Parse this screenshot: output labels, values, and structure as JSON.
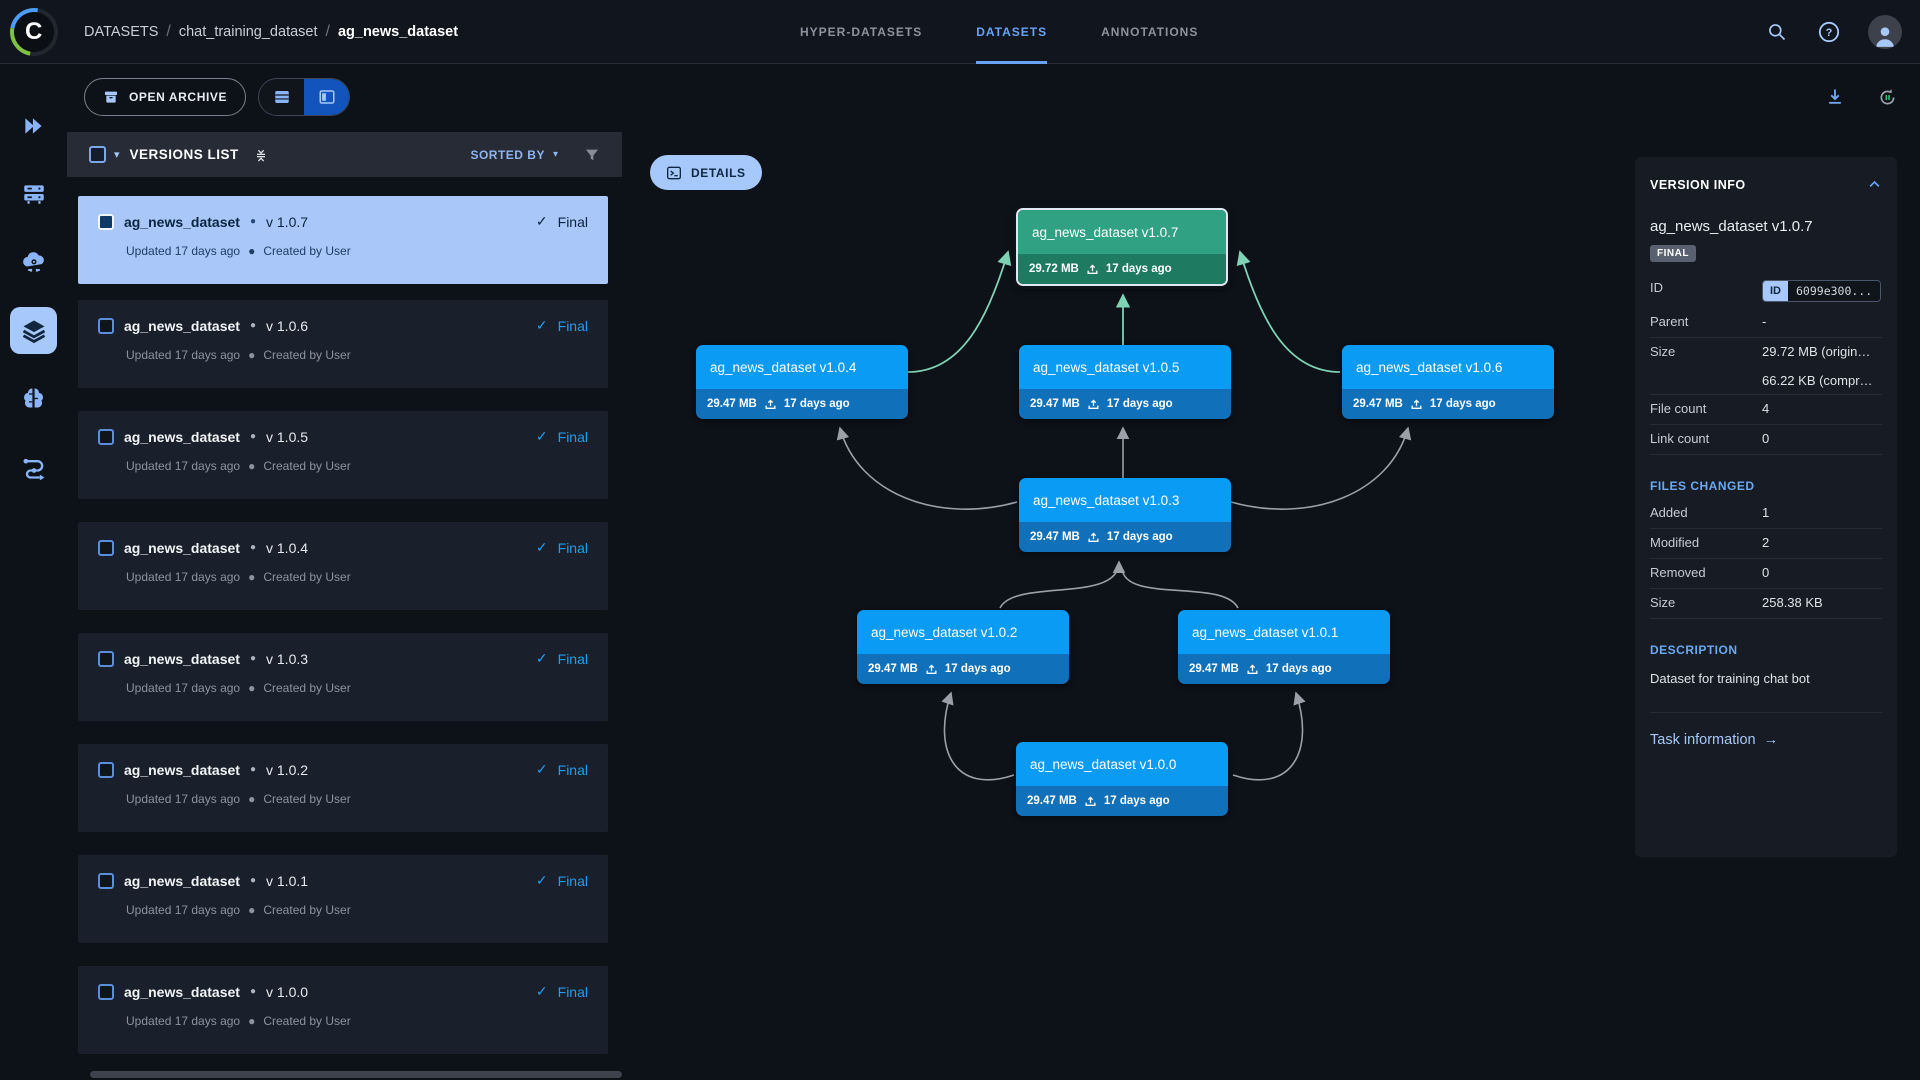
{
  "header": {
    "logo_letter": "C",
    "breadcrumb": {
      "root": "DATASETS",
      "project": "chat_training_dataset",
      "dataset": "ag_news_dataset",
      "separator": "/"
    },
    "tabs": [
      {
        "label": "HYPER-DATASETS",
        "active": false
      },
      {
        "label": "DATASETS",
        "active": true
      },
      {
        "label": "ANNOTATIONS",
        "active": false
      }
    ]
  },
  "toolbar": {
    "open_archive_label": "OPEN ARCHIVE"
  },
  "versions_panel": {
    "title": "VERSIONS LIST",
    "sorted_by_label": "SORTED BY",
    "caret": "▾",
    "items": [
      {
        "name": "ag_news_dataset",
        "bullet": "●",
        "version": "v 1.0.7",
        "check": "✓",
        "status": "Final",
        "updated": "Updated 17 days ago",
        "created": "Created by User",
        "selected": true
      },
      {
        "name": "ag_news_dataset",
        "bullet": "●",
        "version": "v 1.0.6",
        "check": "✓",
        "status": "Final",
        "updated": "Updated 17 days ago",
        "created": "Created by User",
        "selected": false
      },
      {
        "name": "ag_news_dataset",
        "bullet": "●",
        "version": "v 1.0.5",
        "check": "✓",
        "status": "Final",
        "updated": "Updated 17 days ago",
        "created": "Created by User",
        "selected": false
      },
      {
        "name": "ag_news_dataset",
        "bullet": "●",
        "version": "v 1.0.4",
        "check": "✓",
        "status": "Final",
        "updated": "Updated 17 days ago",
        "created": "Created by User",
        "selected": false
      },
      {
        "name": "ag_news_dataset",
        "bullet": "●",
        "version": "v 1.0.3",
        "check": "✓",
        "status": "Final",
        "updated": "Updated 17 days ago",
        "created": "Created by User",
        "selected": false
      },
      {
        "name": "ag_news_dataset",
        "bullet": "●",
        "version": "v 1.0.2",
        "check": "✓",
        "status": "Final",
        "updated": "Updated 17 days ago",
        "created": "Created by User",
        "selected": false
      },
      {
        "name": "ag_news_dataset",
        "bullet": "●",
        "version": "v 1.0.1",
        "check": "✓",
        "status": "Final",
        "updated": "Updated 17 days ago",
        "created": "Created by User",
        "selected": false
      },
      {
        "name": "ag_news_dataset",
        "bullet": "●",
        "version": "v 1.0.0",
        "check": "✓",
        "status": "Final",
        "updated": "Updated 17 days ago",
        "created": "Created by User",
        "selected": false
      }
    ]
  },
  "graph": {
    "details_label": "DETAILS",
    "nodes": [
      {
        "label": "ag_news_dataset v1.0.7",
        "size": "29.72 MB",
        "age": "17 days ago",
        "highlighted": true
      },
      {
        "label": "ag_news_dataset v1.0.4",
        "size": "29.47 MB",
        "age": "17 days ago",
        "highlighted": false
      },
      {
        "label": "ag_news_dataset v1.0.5",
        "size": "29.47 MB",
        "age": "17 days ago",
        "highlighted": false
      },
      {
        "label": "ag_news_dataset v1.0.6",
        "size": "29.47 MB",
        "age": "17 days ago",
        "highlighted": false
      },
      {
        "label": "ag_news_dataset v1.0.3",
        "size": "29.47 MB",
        "age": "17 days ago",
        "highlighted": false
      },
      {
        "label": "ag_news_dataset v1.0.2",
        "size": "29.47 MB",
        "age": "17 days ago",
        "highlighted": false
      },
      {
        "label": "ag_news_dataset v1.0.1",
        "size": "29.47 MB",
        "age": "17 days ago",
        "highlighted": false
      },
      {
        "label": "ag_news_dataset v1.0.0",
        "size": "29.47 MB",
        "age": "17 days ago",
        "highlighted": false
      }
    ]
  },
  "version_info": {
    "section_title": "VERSION INFO",
    "title": "ag_news_dataset v1.0.7",
    "badge": "FINAL",
    "id_label": "ID",
    "id_chip_tag": "ID",
    "id_value": "6099e300...",
    "parent_label": "Parent",
    "parent_value": "-",
    "size_label": "Size",
    "size_value_original": "29.72 MB (origin…",
    "size_value_compressed": "66.22 KB (compr…",
    "file_count_label": "File count",
    "file_count_value": "4",
    "link_count_label": "Link count",
    "link_count_value": "0",
    "files_changed_title": "FILES CHANGED",
    "added_label": "Added",
    "added_value": "1",
    "modified_label": "Modified",
    "modified_value": "2",
    "removed_label": "Removed",
    "removed_value": "0",
    "size2_label": "Size",
    "size2_value": "258.38 KB",
    "description_title": "DESCRIPTION",
    "description": "Dataset for training chat bot",
    "task_link_label": "Task information",
    "task_link_arrow": "→"
  },
  "colors": {
    "accent_blue": "#66a3f8",
    "selected_row": "#a9c7f8",
    "final_status_blue": "#1e9df2",
    "node_blue_body": "#0a9bf5",
    "node_blue_footer": "#1170ba",
    "node_green_body": "#31a183",
    "node_green_footer": "#1f7a62",
    "edge_green": "#7fd2b4",
    "edge_gray": "#9aa0a8",
    "toggle_active_blue": "#1254bb"
  }
}
